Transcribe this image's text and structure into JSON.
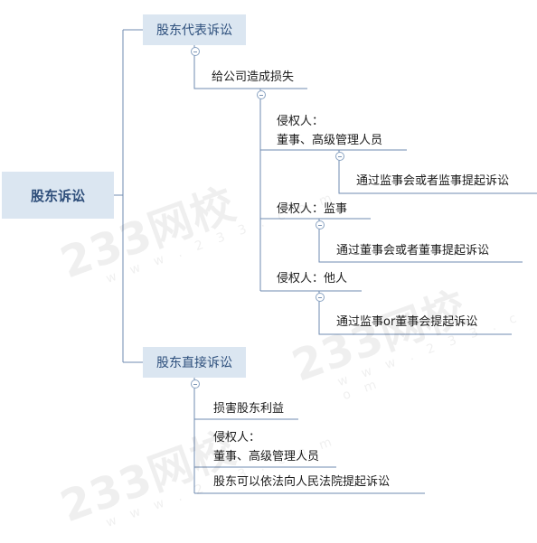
{
  "root": {
    "label": "股东诉讼"
  },
  "branches": [
    {
      "label": "股东代表诉讼",
      "condition": "给公司造成损失",
      "subs": [
        {
          "infringer": "侵权人：\n董事、高级管理人员",
          "action": "通过监事会或者监事提起诉讼"
        },
        {
          "infringer": "侵权人：监事",
          "action": "通过董事会或者董事提起诉讼"
        },
        {
          "infringer": "侵权人：他人",
          "action": "通过监事or董事会提起诉讼"
        }
      ]
    },
    {
      "label": "股东直接诉讼",
      "items": [
        "损害股东利益",
        "侵权人：\n董事、高级管理人员",
        "股东可以依法向人民法院提起诉讼"
      ]
    }
  ],
  "watermark": {
    "text": "233网校",
    "sub": "w w w . 2 3 3 . c o m"
  },
  "colors": {
    "node_fill": "#dbe6f1",
    "node_text": "#2d4f7c",
    "line": "#6f8bb0"
  }
}
